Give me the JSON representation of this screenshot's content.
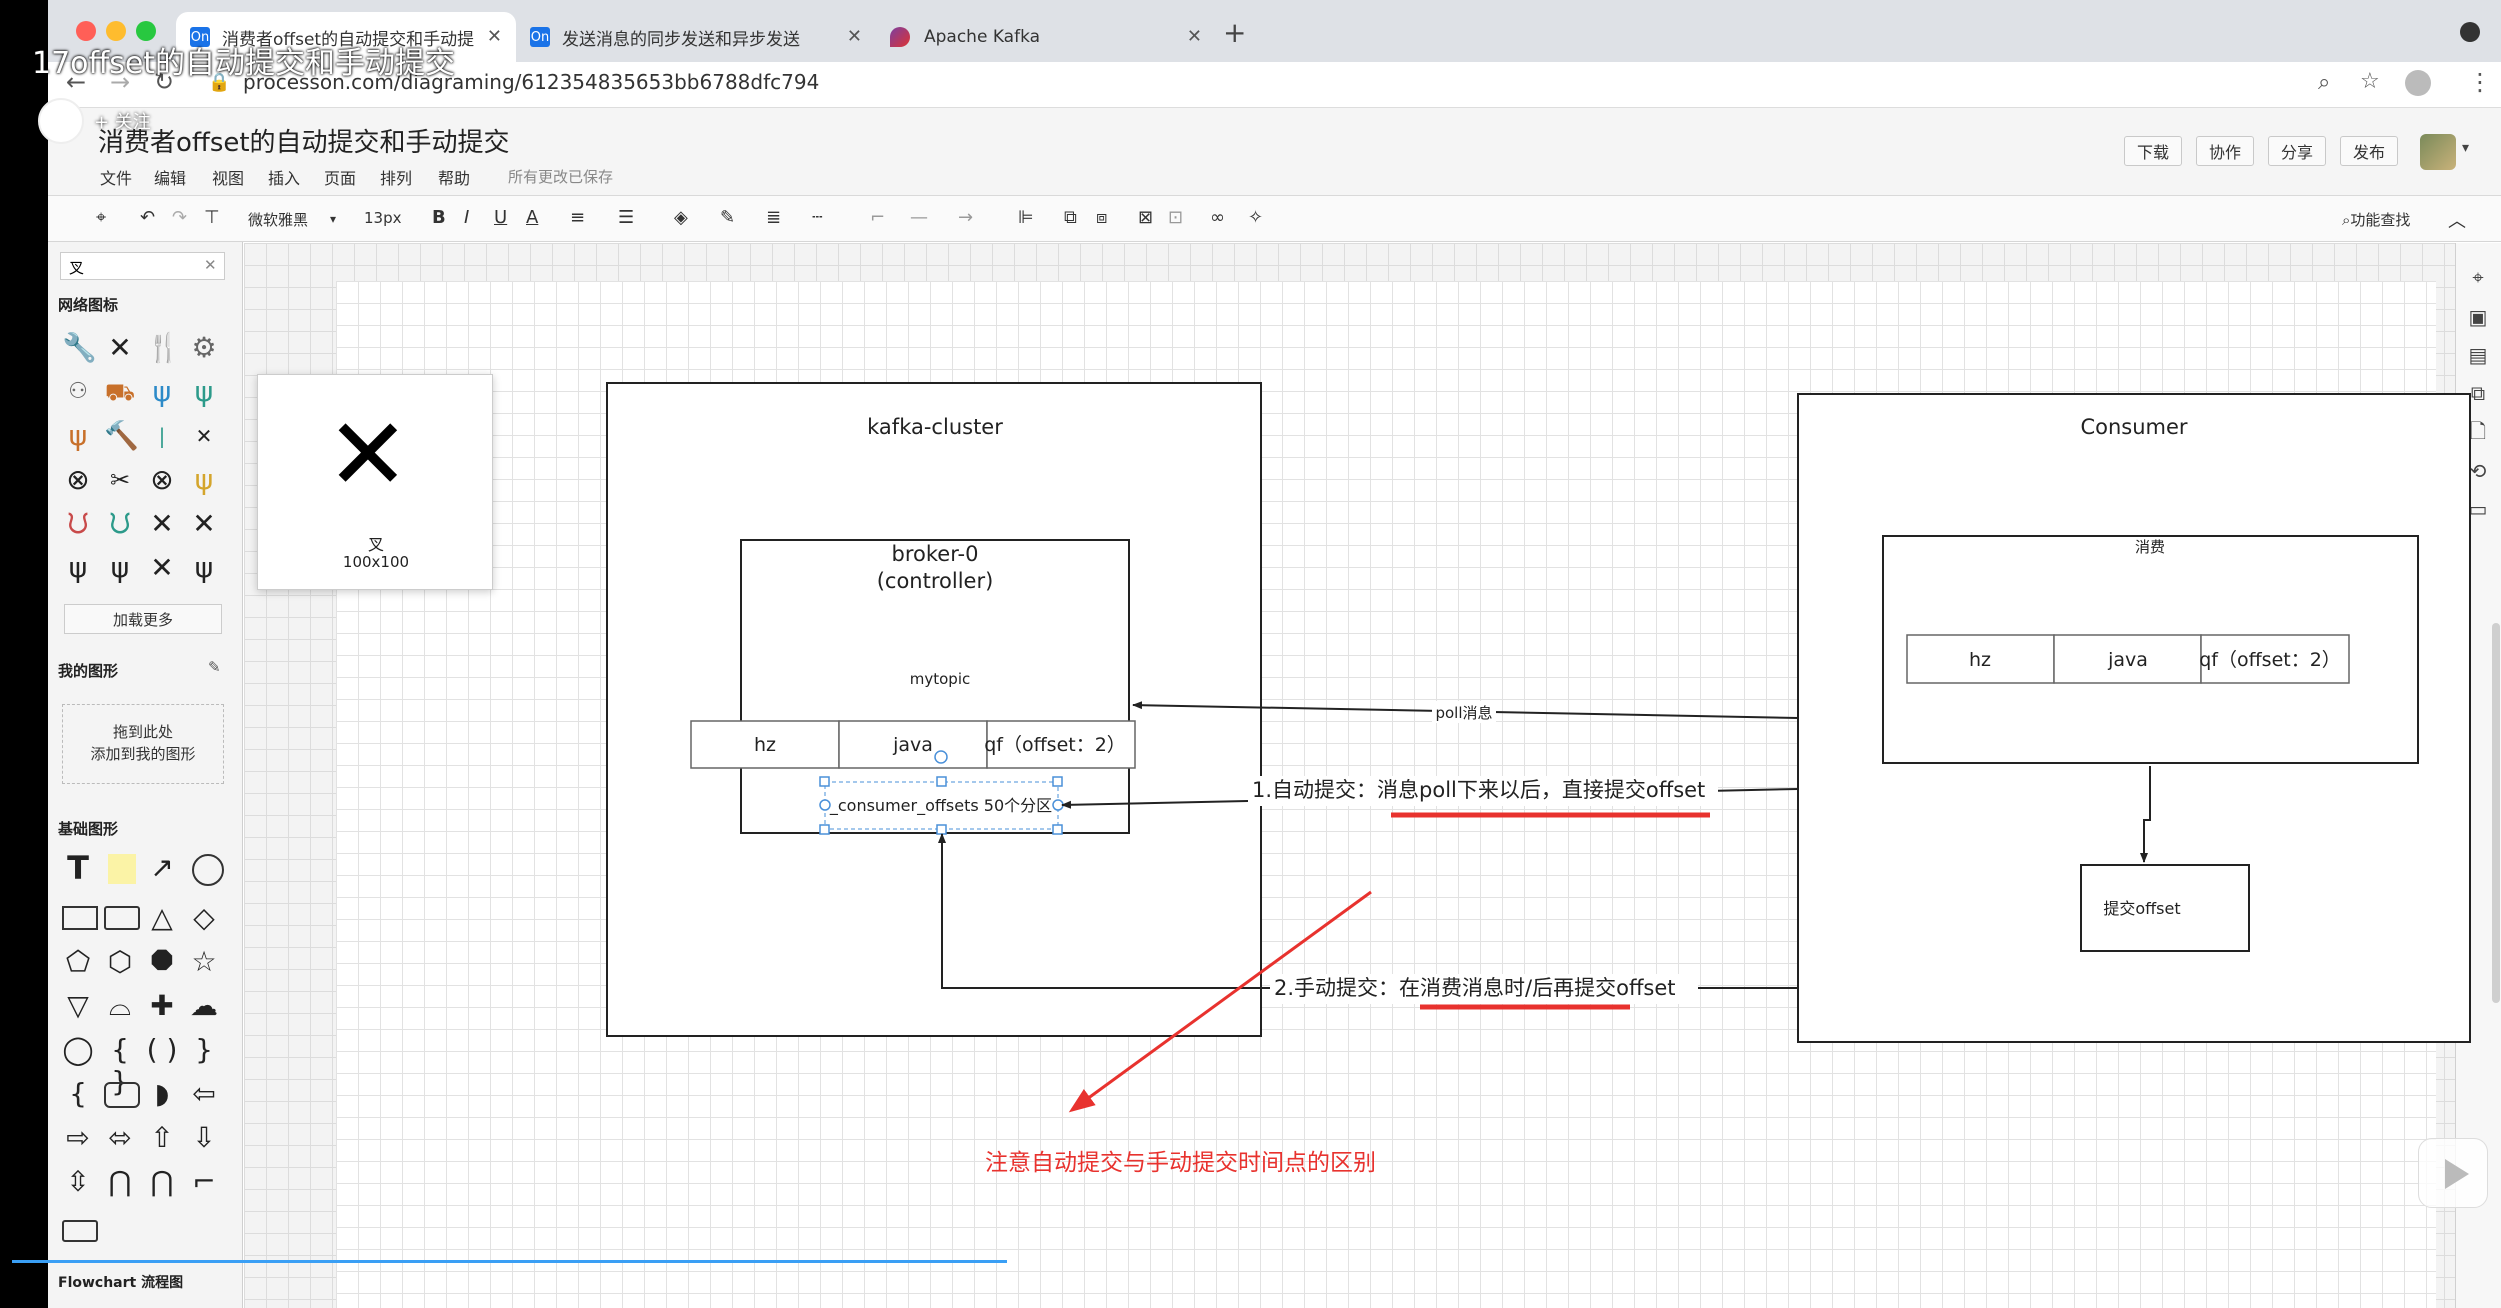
{
  "overlay": {
    "video_title": "17offset的自动提交和手动提交",
    "follow_label": "+ 关注"
  },
  "browser": {
    "tabs": [
      {
        "label": "消费者offset的自动提交和手动提",
        "favicon": "On"
      },
      {
        "label": "发送消息的同步发送和异步发送",
        "favicon": "On"
      },
      {
        "label": "Apache Kafka",
        "favicon": "kafka-icon"
      }
    ],
    "url": "processon.com/diagraming/612354835653bb6788dfc794"
  },
  "app": {
    "doc_title": "消费者offset的自动提交和手动提交",
    "menu": [
      "文件",
      "编辑",
      "视图",
      "插入",
      "页面",
      "排列",
      "帮助"
    ],
    "saved_status": "所有更改已保存",
    "header_buttons": [
      "下载",
      "协作",
      "分享",
      "发布"
    ],
    "font_name": "微软雅黑",
    "font_size": "13px",
    "find_label": "功能查找"
  },
  "sidebar": {
    "search_value": "叉",
    "section_network": "网络图标",
    "load_more": "加载更多",
    "section_mine": "我的图形",
    "dropzone_line1": "拖到此处",
    "dropzone_line2": "添加到我的图形",
    "section_basic": "基础图形",
    "section_flowchart": "Flowchart 流程图"
  },
  "preview": {
    "name": "叉",
    "size": "100x100"
  },
  "diagram": {
    "kafka_cluster": "kafka-cluster",
    "broker_line1": "broker-0",
    "broker_line2": "(controller)",
    "mytopic": "mytopic",
    "partitions": [
      "hz",
      "java",
      "qf（offset：2）"
    ],
    "consumer_offsets": "_consumer_offsets 50个分区",
    "consumer": "Consumer",
    "consume_label": "消费",
    "consumer_partitions": [
      "hz",
      "java",
      "qf（offset：2）"
    ],
    "commit_box": "提交offset",
    "poll_label": "poll消息",
    "auto_commit": "1.自动提交：消息poll下来以后，直接提交offset",
    "manual_commit": "2.手动提交：在消费消息时/后再提交offset",
    "note": "注意自动提交与手动提交时间点的区别",
    "annotation_color": "#e8322e"
  }
}
